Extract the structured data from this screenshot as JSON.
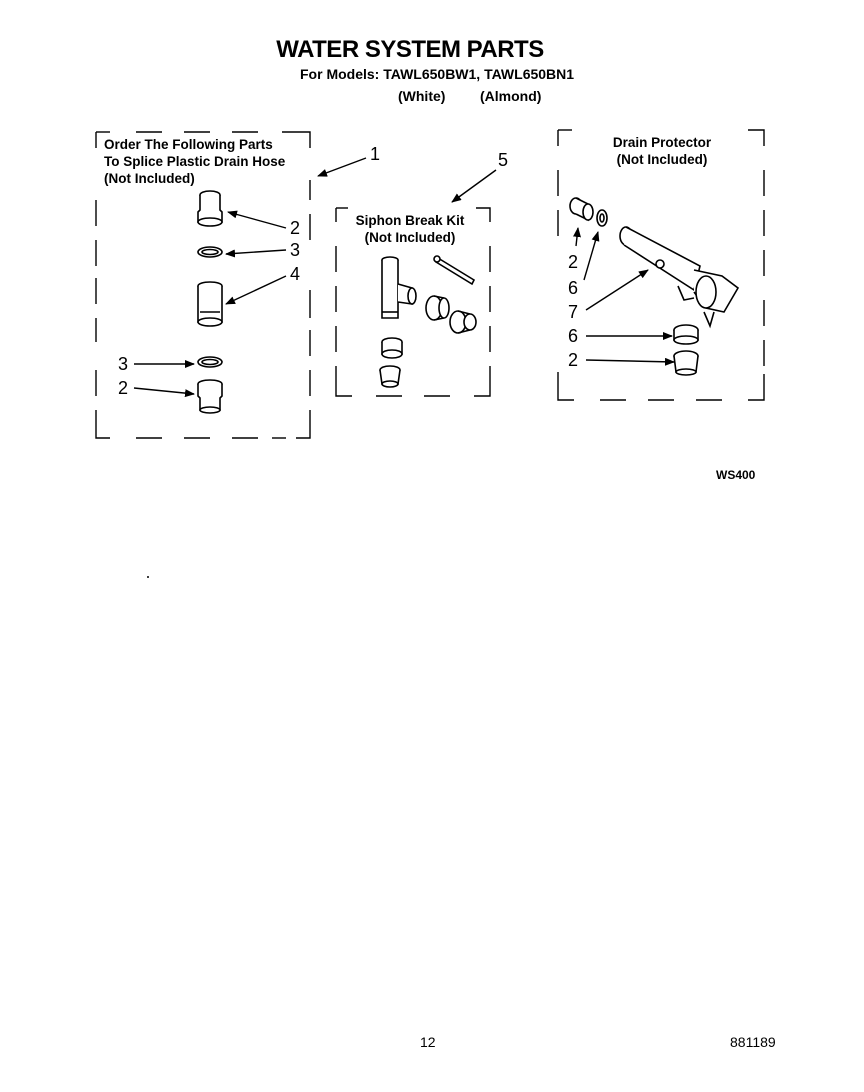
{
  "header": {
    "title": "WATER SYSTEM PARTS",
    "models_line": "For Models: TAWL650BW1, TAWL650BN1",
    "color_white": "(White)",
    "color_almond": "(Almond)"
  },
  "groups": {
    "splice": {
      "line1": "Order The Following Parts",
      "line2": "To Splice Plastic Drain Hose",
      "line3": "(Not Included)"
    },
    "siphon": {
      "line1": "Siphon Break Kit",
      "line2": "(Not Included)"
    },
    "drain": {
      "line1": "Drain Protector",
      "line2": "(Not Included)"
    }
  },
  "callouts": {
    "c1": "1",
    "c5": "5",
    "s2a": "2",
    "s3a": "3",
    "s4": "4",
    "s3b": "3",
    "s2b": "2",
    "d2a": "2",
    "d6a": "6",
    "d7": "7",
    "d6b": "6",
    "d2b": "2"
  },
  "footer": {
    "diagram_code": "WS400",
    "page_number": "12",
    "document_number": "881189"
  }
}
